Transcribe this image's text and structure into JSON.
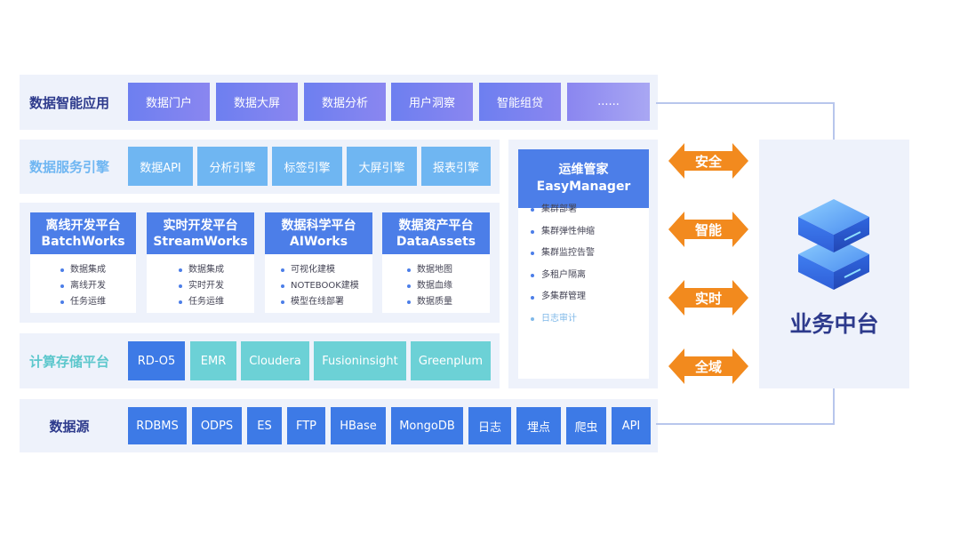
{
  "rows": {
    "app": {
      "label": "数据智能应用",
      "items": [
        "数据门户",
        "数据大屏",
        "数据分析",
        "用户洞察",
        "智能组贷",
        "......"
      ]
    },
    "service": {
      "label": "数据服务引擎",
      "items": [
        "数据API",
        "分析引擎",
        "标签引擎",
        "大屏引擎",
        "报表引擎"
      ]
    },
    "compute": {
      "label": "计算存储平台",
      "items": [
        "RD-O5",
        "EMR",
        "Cloudera",
        "Fusioninsight",
        "Greenplum"
      ]
    },
    "source": {
      "label": "数据源",
      "items": [
        "RDBMS",
        "ODPS",
        "ES",
        "FTP",
        "HBase",
        "MongoDB",
        "日志",
        "埋点",
        "爬虫",
        "API"
      ]
    }
  },
  "platforms": [
    {
      "title": "离线开发平台",
      "subtitle": "BatchWorks",
      "items": [
        "数据集成",
        "离线开发",
        "任务运维"
      ]
    },
    {
      "title": "实时开发平台",
      "subtitle": "StreamWorks",
      "items": [
        "数据集成",
        "实时开发",
        "任务运维"
      ]
    },
    {
      "title": "数据科学平台",
      "subtitle": "AIWorks",
      "items": [
        "可视化建模",
        "NOTEBOOK建模",
        "模型在线部署"
      ]
    },
    {
      "title": "数据资产平台",
      "subtitle": "DataAssets",
      "items": [
        "数据地图",
        "数据血缘",
        "数据质量"
      ]
    }
  ],
  "easymanager": {
    "title": "运维管家",
    "subtitle": "EasyManager",
    "items": [
      "集群部署",
      "集群弹性伸缩",
      "集群监控告警",
      "多租户隔离",
      "多集群管理"
    ],
    "faded_item": "日志审计"
  },
  "arrows": [
    "安全",
    "智能",
    "实时",
    "全域"
  ],
  "business": {
    "label": "业务中台",
    "icon": "server-stack-icon"
  },
  "colors": {
    "accent_blue": "#4c7ee8",
    "arrow_orange": "#f28a1e",
    "label_navy": "#2d3a8c",
    "label_sky": "#6fb6f2",
    "label_teal": "#5cc7cc"
  }
}
